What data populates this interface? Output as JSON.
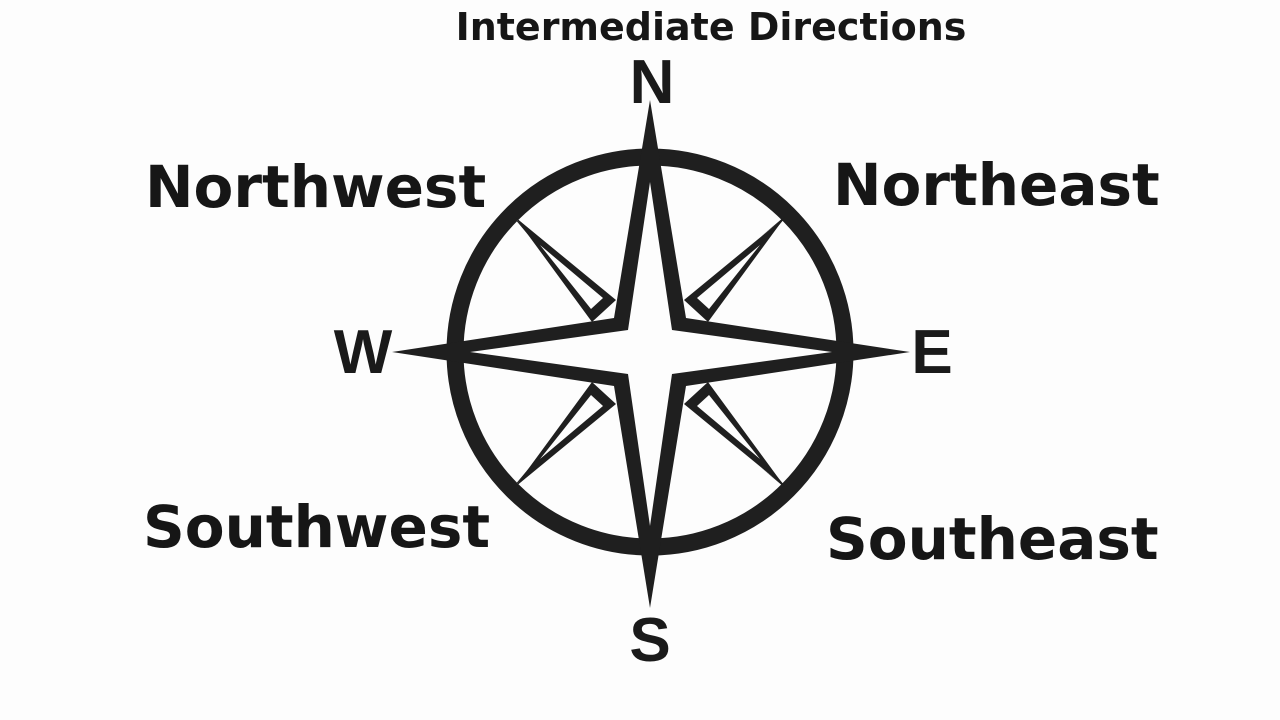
{
  "title": "Intermediate Directions",
  "intermediate": {
    "northwest": "Northwest",
    "northeast": "Northeast",
    "southwest": "Southwest",
    "southeast": "Southeast"
  },
  "cardinal": {
    "north": "N",
    "south": "S",
    "west": "W",
    "east": "E"
  },
  "colors": {
    "ink": "#1f1f1f",
    "background": "#fdfdfd"
  }
}
